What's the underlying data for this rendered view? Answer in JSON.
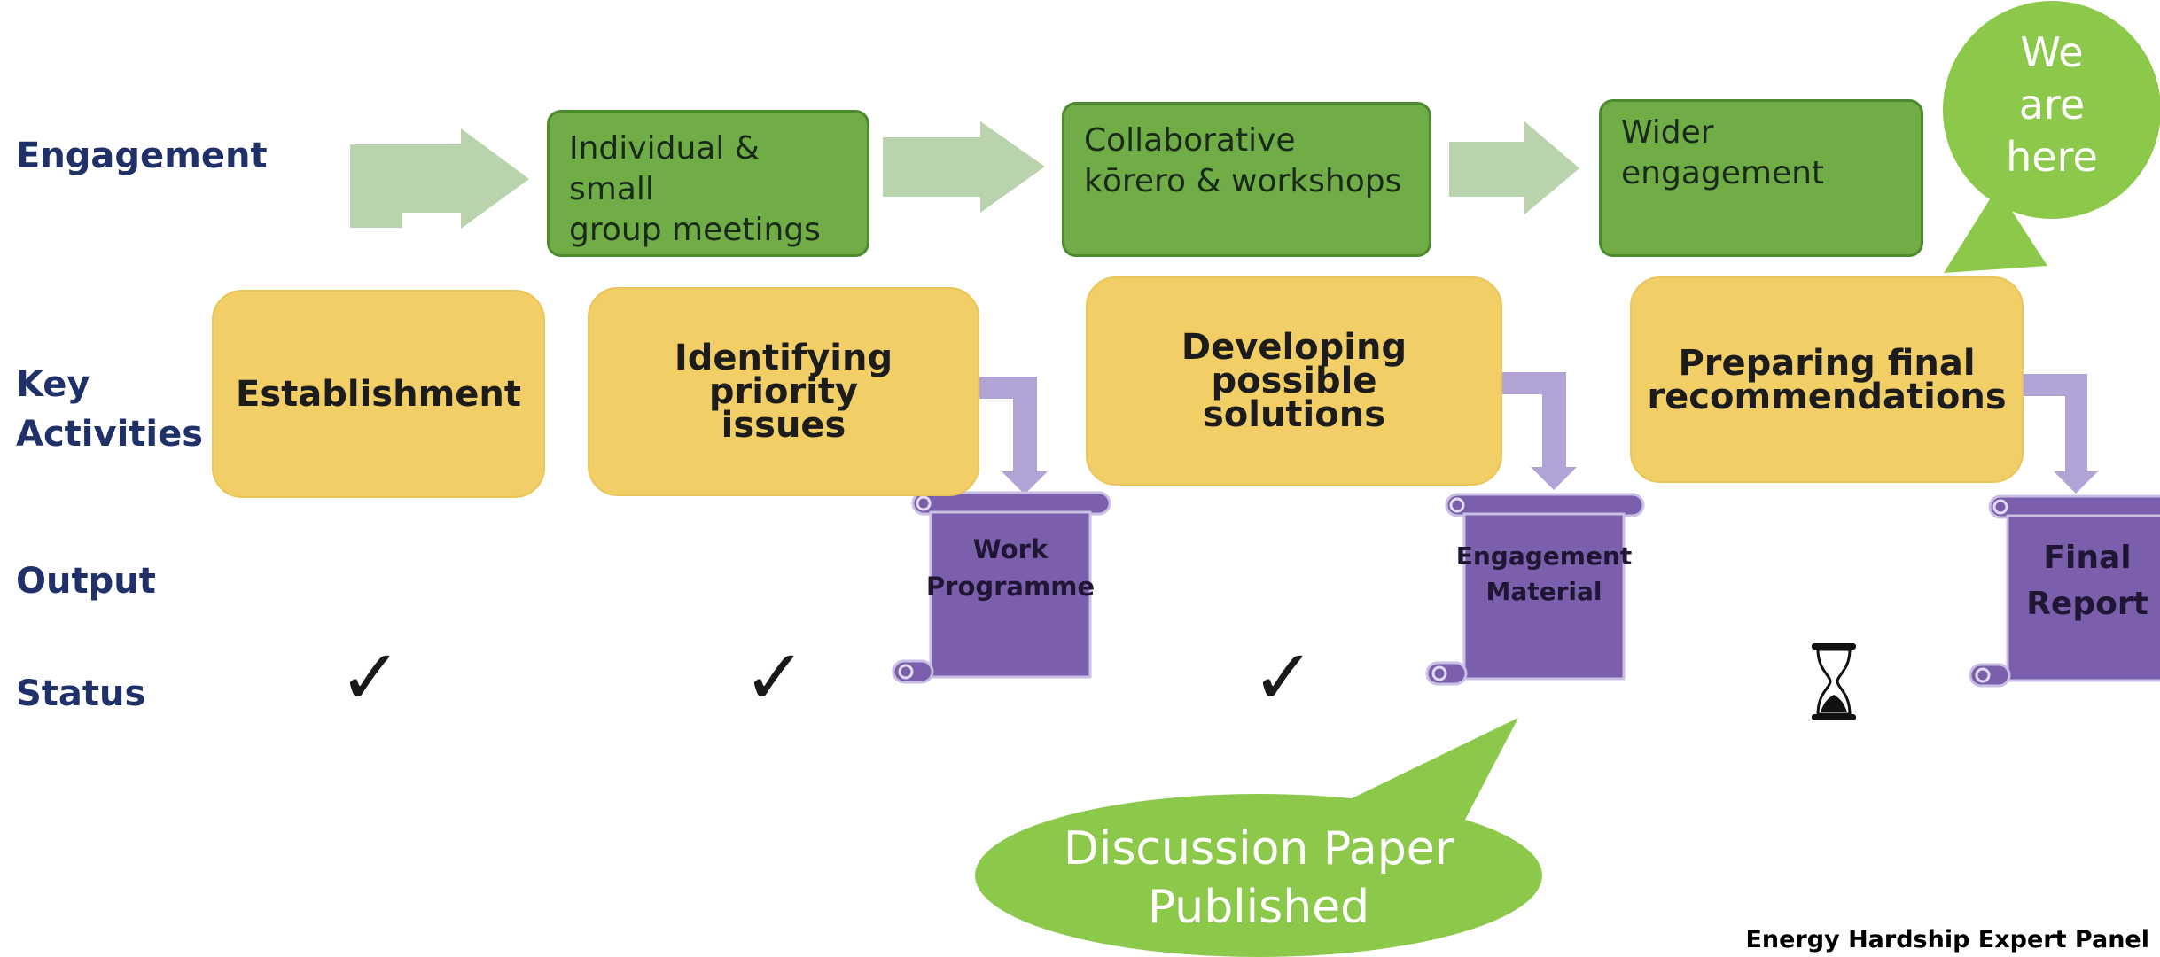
{
  "rows": {
    "engagement": "Engagement",
    "key_activities_line1": "Key",
    "key_activities_line2": "Activities",
    "output": "Output",
    "status": "Status"
  },
  "engagement_steps": [
    {
      "line1": "Individual & small",
      "line2": "group meetings"
    },
    {
      "line1": "Collaborative",
      "line2": "kōrero & workshops"
    },
    {
      "line1": "Wider",
      "line2": "engagement"
    }
  ],
  "activities": [
    {
      "line1": "Establishment",
      "line2": ""
    },
    {
      "line1": "Identifying priority",
      "line2": "issues"
    },
    {
      "line1": "Developing possible",
      "line2": "solutions"
    },
    {
      "line1": "Preparing final",
      "line2": "recommendations"
    }
  ],
  "outputs": [
    {
      "line1": "Work",
      "line2": "Programme"
    },
    {
      "line1": "Engagement",
      "line2": "Material"
    },
    {
      "line1": "Final",
      "line2": "Report"
    }
  ],
  "status": [
    {
      "state": "complete",
      "icon": "checkmark-icon",
      "symbol": "✓"
    },
    {
      "state": "complete",
      "icon": "checkmark-icon",
      "symbol": "✓"
    },
    {
      "state": "complete",
      "icon": "checkmark-icon",
      "symbol": "✓"
    },
    {
      "state": "in-progress",
      "icon": "hourglass-icon"
    }
  ],
  "callouts": {
    "we_are_here": {
      "line1": "We",
      "line2": "are",
      "line3": "here"
    },
    "discussion_paper": {
      "line1": "Discussion Paper",
      "line2": "Published"
    }
  },
  "footer": "Energy Hardship Expert Panel",
  "colors": {
    "row_label": "#1f3168",
    "engagement_box": "#70ad47",
    "activity_box": "#f2ce66",
    "flow_arrow": "#b9d3ad",
    "output_arrow": "#b1a3d6",
    "output_scroll": "#7b5eac",
    "callout": "#8cc94b"
  }
}
